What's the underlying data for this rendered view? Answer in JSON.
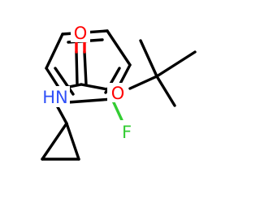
{
  "molecule": {
    "atoms": {
      "nitrogen": {
        "label": "HN",
        "color": "#3050f8"
      },
      "carbonyl_oxygen": {
        "label": "O",
        "color": "#ff0000"
      },
      "ester_oxygen": {
        "label": "O",
        "color": "#ff0000"
      },
      "fluorine": {
        "label": "F",
        "color": "#33cc33"
      }
    }
  }
}
